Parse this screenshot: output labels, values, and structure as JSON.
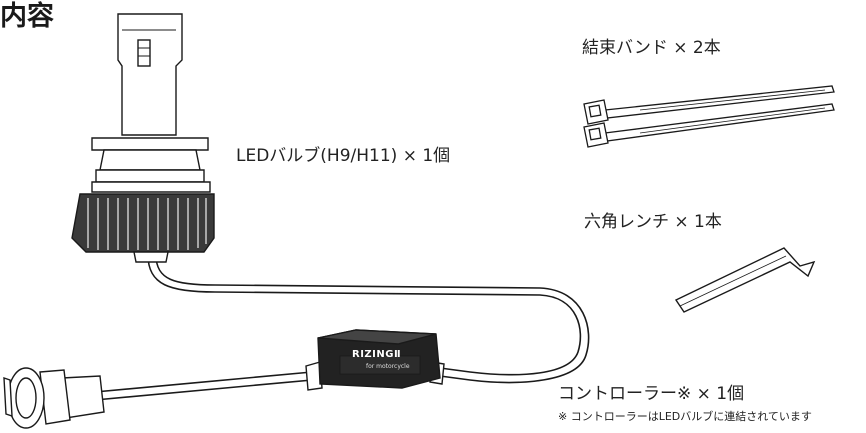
{
  "heading": "内容",
  "labels": {
    "cable_ties": "結束バンド × 2本",
    "bulb": "LEDバルブ(H9/H11) × 1個",
    "hex_wrench": "六角レンチ × 1本",
    "controller": "コントローラー※ × 1個",
    "controller_note": "※ コントローラーはLEDバルブに連結されています"
  },
  "controller_print": {
    "brand": "RIZINGⅡ",
    "sub": "for motorcycle"
  },
  "colors": {
    "outline": "#1a1a1a",
    "heatsink": "#3a3a3a",
    "controller_body": "#222222"
  }
}
